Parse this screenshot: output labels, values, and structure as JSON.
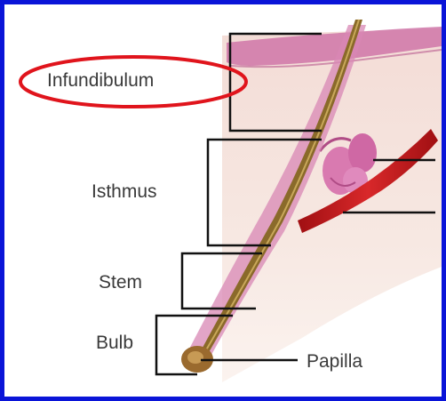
{
  "labels": {
    "infundibulum": "Infundibulum",
    "isthmus": "Isthmus",
    "stem": "Stem",
    "bulb": "Bulb",
    "papilla": "Papilla"
  },
  "colors": {
    "frame_border": "#0a14d8",
    "highlight_ellipse": "#e0141c",
    "skin_background": "#f6e6e0",
    "epidermis": "#c9689e",
    "hair_shaft": "#8a6a2a",
    "blood_vessel": "#c01818",
    "bracket_lines": "#111111"
  },
  "icons": {
    "highlight": "red-ellipse-icon",
    "hair_follicle": "hair-follicle-illustration"
  }
}
